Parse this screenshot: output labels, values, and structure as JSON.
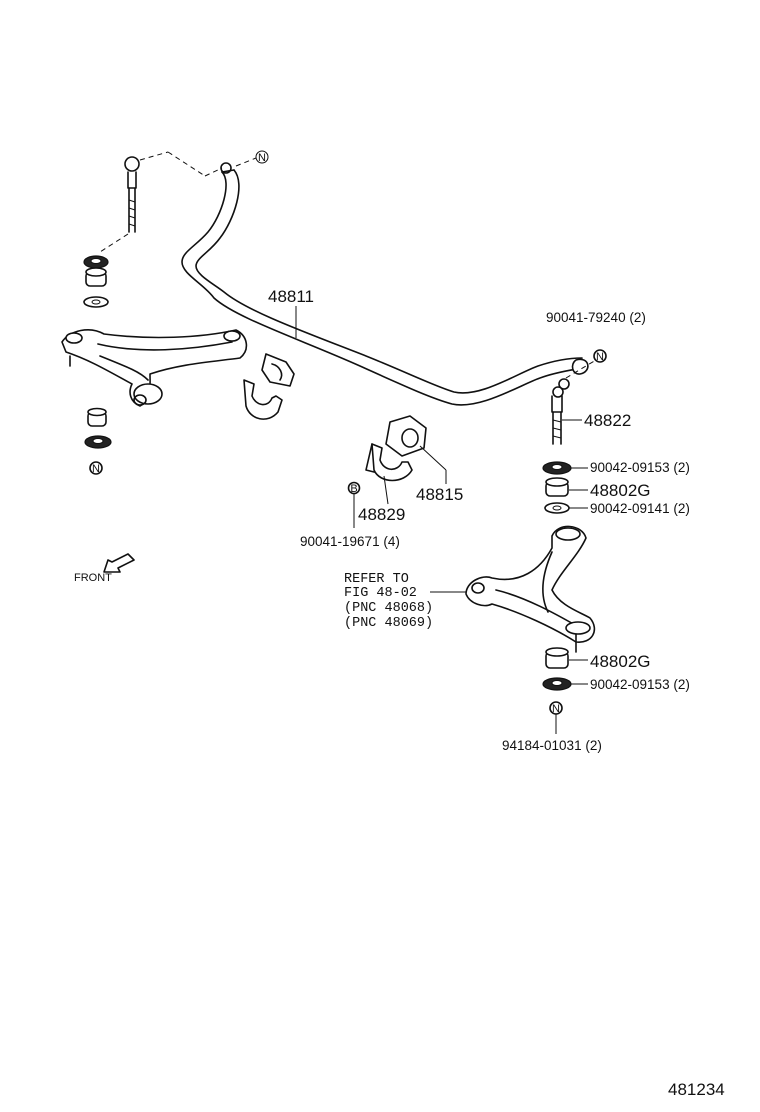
{
  "labels": {
    "stabilizer_bar": "48811",
    "link_bolt_nut": "90041-79240 (2)",
    "stabilizer_link": "48822",
    "retainer_upper": "90042-09153 (2)",
    "cushion_upper": "48802G",
    "retainer_mid": "90042-09141 (2)",
    "bushing": "48815",
    "bracket": "48829",
    "bracket_bolt": "90041-19671 (4)",
    "refer_line1": "REFER TO",
    "refer_line2": "FIG 48-02",
    "refer_line3": "(PNC 48068)",
    "refer_line4": "(PNC 48069)",
    "cushion_lower": "48802G",
    "retainer_lower": "90042-09153 (2)",
    "lower_nut": "94184-01031 (2)",
    "front": "FRONT",
    "figure_number": "481234"
  },
  "callout_letters": {
    "n": "N",
    "b": "B"
  }
}
